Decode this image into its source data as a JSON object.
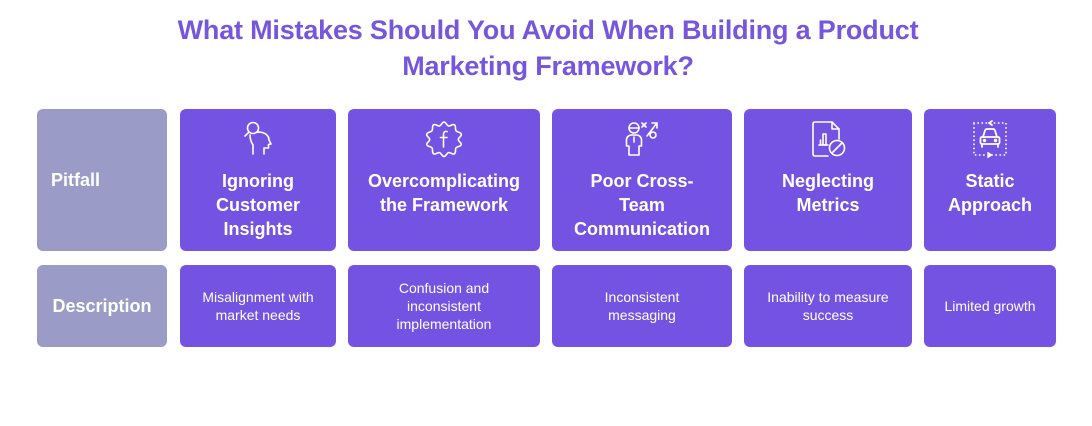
{
  "title": {
    "line1": "What Mistakes Should You Avoid When Building a Product",
    "line2": "Marketing Framework?"
  },
  "row_labels": {
    "pitfall": "Pitfall",
    "description": "Description"
  },
  "colors": {
    "title": "#7656dc",
    "label_bg": "#9a9bc6",
    "cell_bg": "#7453e2",
    "text_on_cell": "#ffffff"
  },
  "columns": [
    {
      "icon": "head-search-icon",
      "title_lines": [
        "Ignoring",
        "Customer",
        "Insights"
      ],
      "description_lines": [
        "Misalignment with",
        "market needs"
      ]
    },
    {
      "icon": "gear-f-icon",
      "title_lines": [
        "Overcomplicating",
        "the Framework"
      ],
      "description_lines": [
        "Confusion and",
        "inconsistent",
        "implementation"
      ]
    },
    {
      "icon": "person-strategy-icon",
      "title_lines": [
        "Poor Cross-",
        "Team",
        "Communication"
      ],
      "description_lines": [
        "Inconsistent",
        "messaging"
      ]
    },
    {
      "icon": "report-blocked-icon",
      "title_lines": [
        "Neglecting",
        "Metrics"
      ],
      "description_lines": [
        "Inability to measure",
        "success"
      ]
    },
    {
      "icon": "car-dotted-frame-icon",
      "title_lines": [
        "Static",
        "Approach"
      ],
      "description_lines": [
        "Limited growth"
      ]
    }
  ]
}
